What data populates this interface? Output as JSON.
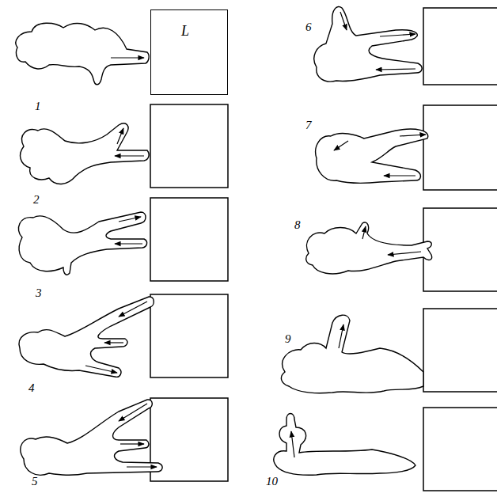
{
  "diagram": {
    "nodes": [
      {
        "text": [
          "L"
        ]
      }
    ],
    "edges": [],
    "labels": [
      "1",
      "2",
      "3",
      "4",
      "5",
      "6",
      "7",
      "8",
      "9",
      "10"
    ]
  }
}
